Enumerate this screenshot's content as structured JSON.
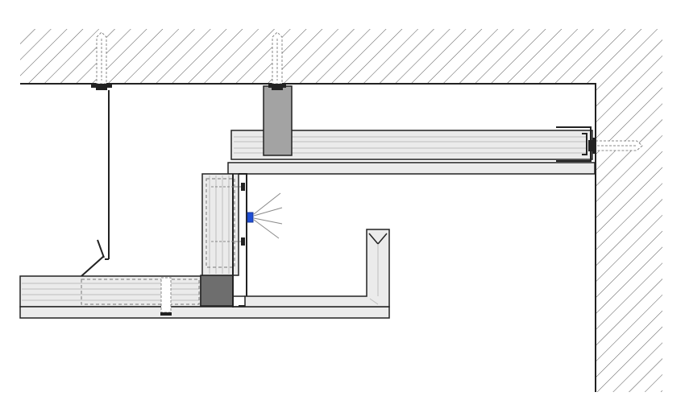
{
  "diagram": {
    "type": "technical-section",
    "colors": {
      "background": "#ffffff",
      "stroke": "#222222",
      "hatch": "#555555",
      "profile_fill": "#ebebeb",
      "profile_line": "#bdbdbd",
      "block_fill": "#a3a3a3",
      "dark_block_fill": "#6e6e6e",
      "led": "#1e4fd6",
      "light_rays": "#8a8a8a"
    },
    "elements": [
      {
        "id": "ceiling-slab",
        "icon": "hatched-concrete"
      },
      {
        "id": "side-wall",
        "icon": "hatched-concrete"
      },
      {
        "id": "anchor-bolt-left",
        "icon": "dashed-bolt"
      },
      {
        "id": "anchor-bolt-mid",
        "icon": "dashed-bolt"
      },
      {
        "id": "anchor-bolt-wall",
        "icon": "dashed-bolt"
      },
      {
        "id": "suspension-wire",
        "icon": "hanger-wire"
      },
      {
        "id": "upper-profile",
        "icon": "aluminium-profile"
      },
      {
        "id": "lower-profile",
        "icon": "aluminium-profile"
      },
      {
        "id": "vertical-profile",
        "icon": "aluminium-profile"
      },
      {
        "id": "u-channel",
        "icon": "u-profile"
      },
      {
        "id": "led-strip",
        "icon": "led-light"
      }
    ]
  }
}
